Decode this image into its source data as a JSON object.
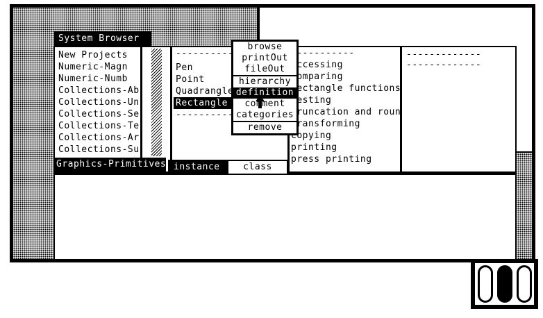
{
  "colors": {
    "ink": "#000000",
    "paper": "#ffffff"
  },
  "window": {
    "title": "System Browser"
  },
  "category_pane": {
    "items": [
      "New Projects",
      "Numeric-Magn",
      "Numeric-Numb",
      "Collections-Ab",
      "Collections-Un",
      "Collections-Se",
      "Collections-Te",
      "Collections-Ar",
      "Collections-Su"
    ],
    "selected_item": "Graphics-Primitives"
  },
  "class_pane": {
    "top_separator": "-----------",
    "items": [
      "Pen",
      "Point",
      "Quadrangle"
    ],
    "selected_item": "Rectangle",
    "bottom_separator": "-----------"
  },
  "message_category_pane": {
    "top_separator": "-----------",
    "items": [
      "accessing",
      "comparing",
      "rectangle functions",
      "testing",
      "truncation and roun",
      "transforming",
      "copying",
      "printing",
      "press printing"
    ]
  },
  "message_pane": {
    "separators": [
      "-------------",
      "-------------"
    ]
  },
  "switches": {
    "instance": "instance",
    "class": "class",
    "selected": "instance"
  },
  "context_menu": {
    "groups": [
      [
        "browse",
        "printOut",
        "fileOut"
      ],
      [
        "hierarchy",
        "definition",
        "comment",
        "categories"
      ],
      [
        "remove"
      ]
    ],
    "selected_item": "definition"
  },
  "mouse_indicator": {
    "buttons": [
      "left",
      "middle",
      "right"
    ],
    "pressed_button": "middle"
  }
}
